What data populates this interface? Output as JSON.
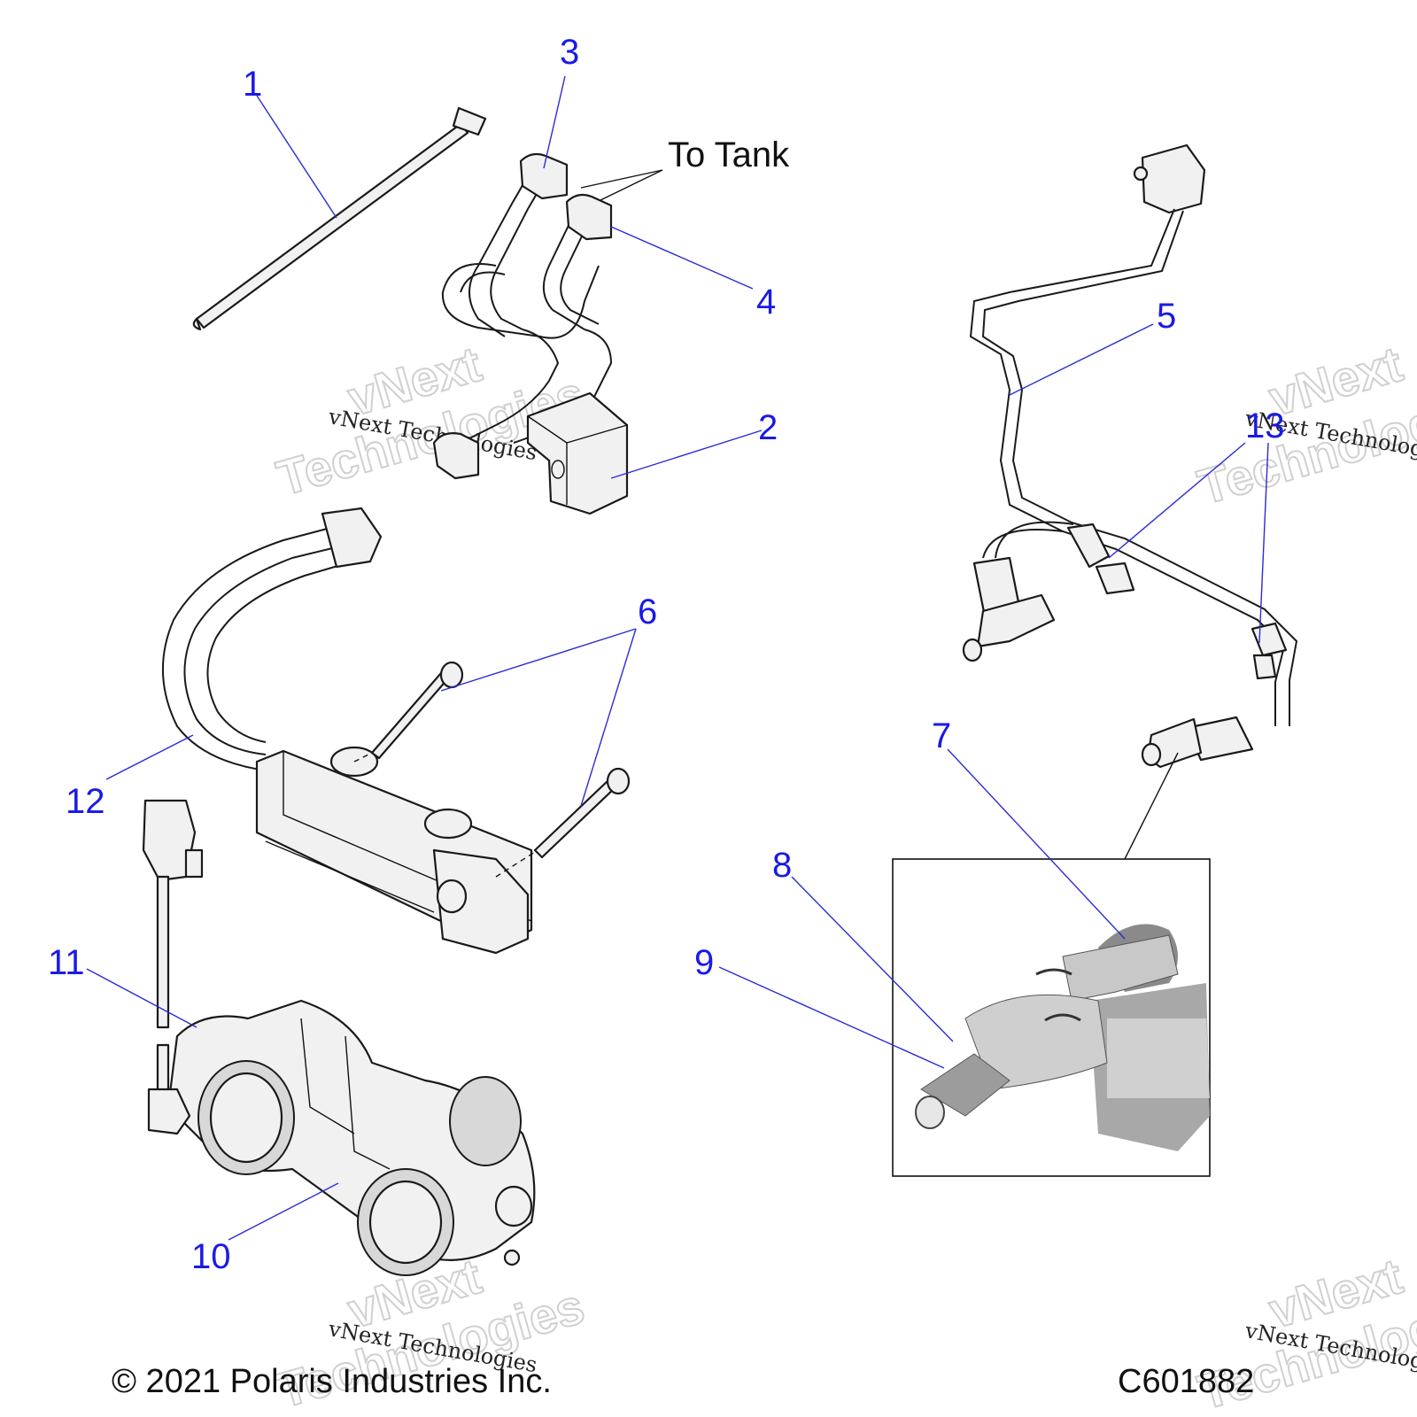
{
  "diagram": {
    "callouts": [
      "1",
      "2",
      "3",
      "4",
      "5",
      "6",
      "7",
      "8",
      "9",
      "10",
      "11",
      "12",
      "13"
    ],
    "annotation": "To Tank",
    "copyright": "© 2021 Polaris Industries Inc.",
    "figure_id": "C601882",
    "watermark_big_line1": "vNext",
    "watermark_big_line2": "Technologies",
    "watermark_small": "vNext Technologies"
  },
  "colors": {
    "callout": "#1a1ae6",
    "leader": "#2b2bd6",
    "line": "#1a1a1a",
    "part_fill": "#f1f1f1"
  }
}
